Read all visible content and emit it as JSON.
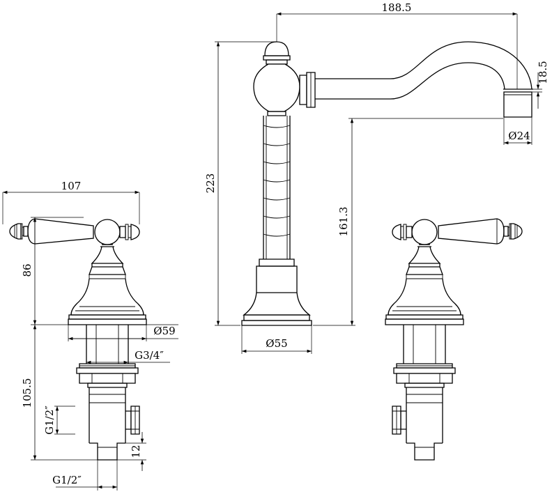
{
  "dimensions": {
    "spout_reach": "188.5",
    "outlet_height": "18.5",
    "outlet_diameter": "Ø24",
    "spout_height": "223",
    "spout_clearance": "161.3",
    "spout_base_diameter": "Ø55",
    "handle_width": "107",
    "handle_height": "86",
    "valve_flange_diameter": "Ø59",
    "valve_thread": "G3/4″",
    "valve_body_length": "105.5",
    "side_inlet_thread": "G1/2″",
    "bottom_thread_length": "12",
    "bottom_inlet_thread": "G1/2″"
  }
}
